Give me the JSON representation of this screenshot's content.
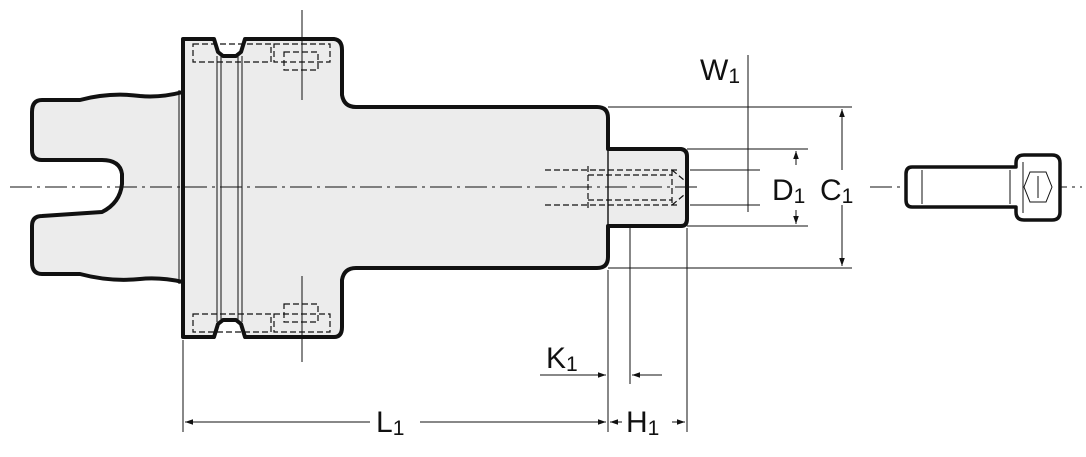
{
  "labels": {
    "W1": {
      "main": "W",
      "sub": "1"
    },
    "D1": {
      "main": "D",
      "sub": "1"
    },
    "C1": {
      "main": "C",
      "sub": "1"
    },
    "K1": {
      "main": "K",
      "sub": "1"
    },
    "L1": {
      "main": "L",
      "sub": "1"
    },
    "H1": {
      "main": "H",
      "sub": "1"
    }
  }
}
